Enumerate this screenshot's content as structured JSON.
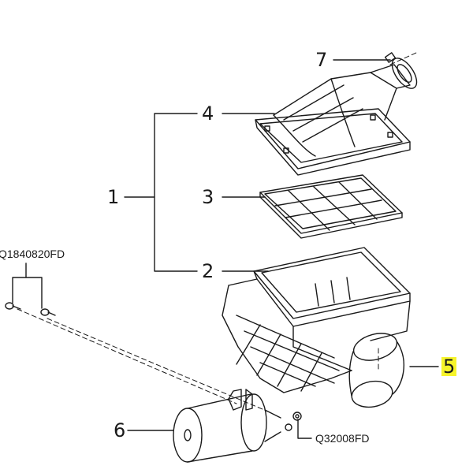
{
  "callouts": {
    "assembly": "1",
    "housing_lower": "2",
    "filter_element": "3",
    "housing_cover": "4",
    "intake_elbow": "5",
    "mass_air_flow_sensor": "6",
    "hose_clamp": "7"
  },
  "part_numbers": {
    "screws": "Q1840820FD",
    "nut": "Q32008FD"
  },
  "colors": {
    "line": "#1a1a1a",
    "highlight": "#f6f42a"
  }
}
